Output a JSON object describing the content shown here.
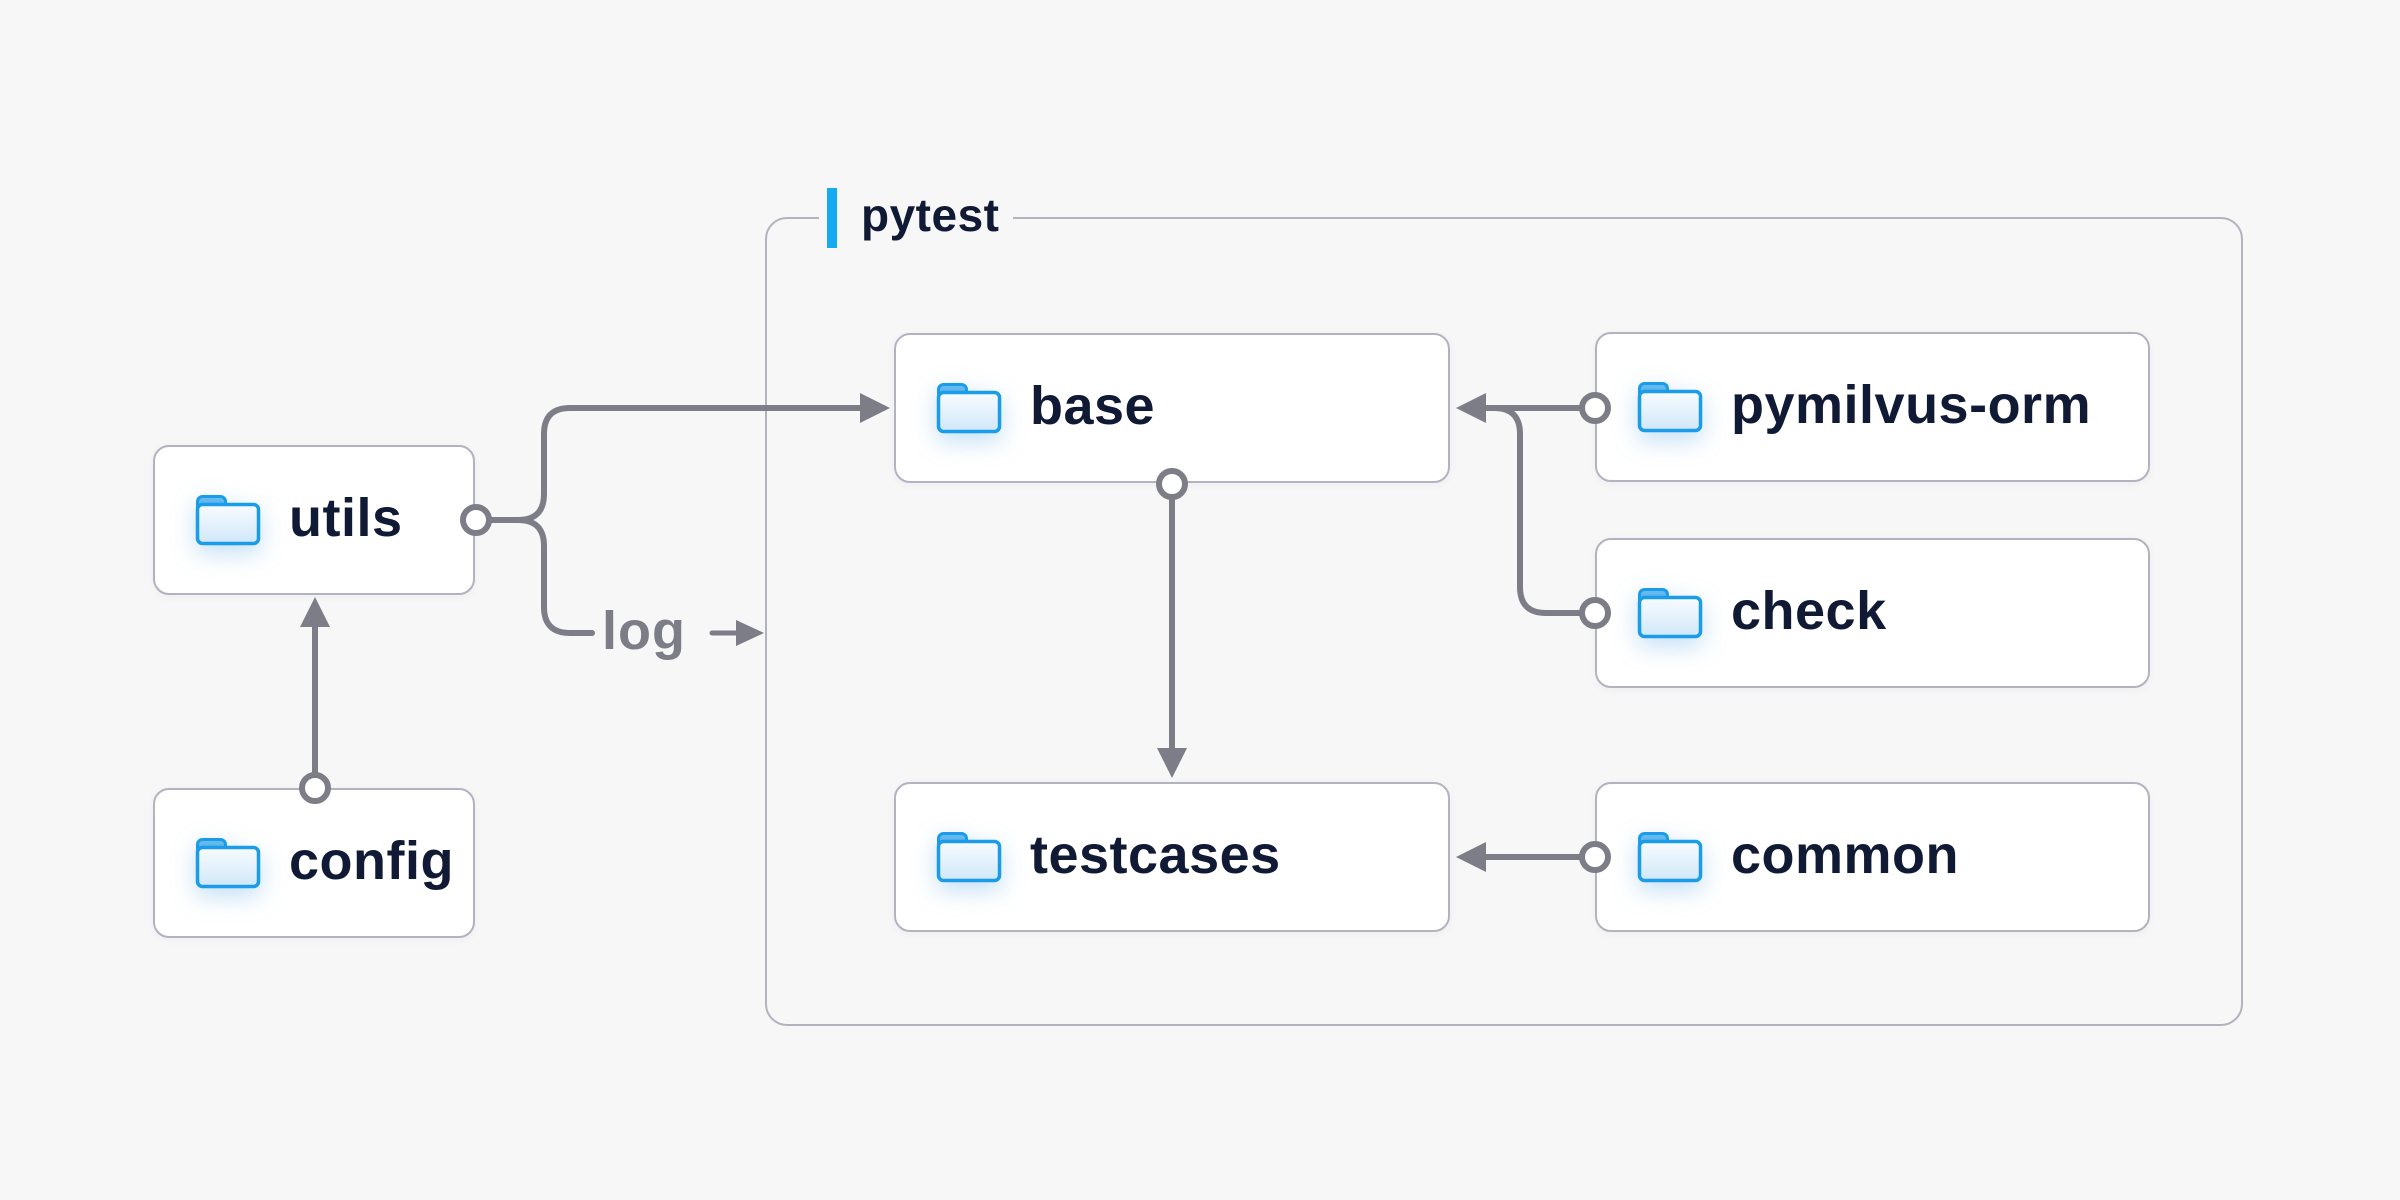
{
  "diagram": {
    "group": {
      "label": "pytest"
    },
    "nodes": [
      {
        "id": "utils",
        "label": "utils",
        "icon": "folder-icon",
        "group": null
      },
      {
        "id": "config",
        "label": "config",
        "icon": "folder-icon",
        "group": null
      },
      {
        "id": "base",
        "label": "base",
        "icon": "folder-icon",
        "group": "pytest"
      },
      {
        "id": "pymilvus-orm",
        "label": "pymilvus-orm",
        "icon": "folder-icon",
        "group": "pytest"
      },
      {
        "id": "check",
        "label": "check",
        "icon": "folder-icon",
        "group": "pytest"
      },
      {
        "id": "testcases",
        "label": "testcases",
        "icon": "folder-icon",
        "group": "pytest"
      },
      {
        "id": "common",
        "label": "common",
        "icon": "folder-icon",
        "group": "pytest"
      }
    ],
    "edges": [
      {
        "from": "config",
        "to": "utils",
        "label": ""
      },
      {
        "from": "utils",
        "to": "base",
        "label": ""
      },
      {
        "from": "utils",
        "to": "pytest",
        "label": "log"
      },
      {
        "from": "pymilvus-orm",
        "to": "base",
        "label": ""
      },
      {
        "from": "check",
        "to": "base",
        "label": ""
      },
      {
        "from": "base",
        "to": "testcases",
        "label": ""
      },
      {
        "from": "common",
        "to": "testcases",
        "label": ""
      }
    ],
    "colors": {
      "background": "#f7f7f8",
      "node_background": "#ffffff",
      "node_border": "#b3b2bf",
      "connector": "#7d7d87",
      "text": "#101a35",
      "accent_blue": "#14abf2",
      "folder_blue": "#1b9ce9"
    }
  }
}
